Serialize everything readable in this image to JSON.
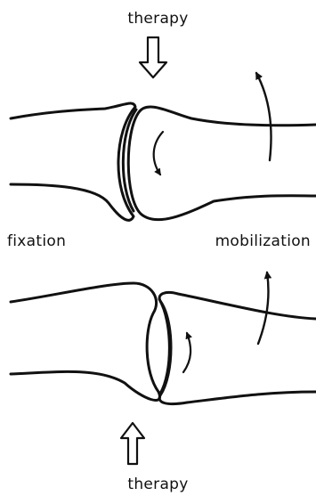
{
  "labels": {
    "top_therapy": "therapy",
    "fixation": "fixation",
    "mobilization": "mobilization",
    "bottom_therapy": "therapy"
  },
  "colors": {
    "line": "#111111",
    "background": "#ffffff"
  },
  "icons": {
    "top_arrow": "hollow-arrow-down",
    "bottom_arrow": "hollow-arrow-up",
    "rotation_arrows": "curved-arrow"
  }
}
